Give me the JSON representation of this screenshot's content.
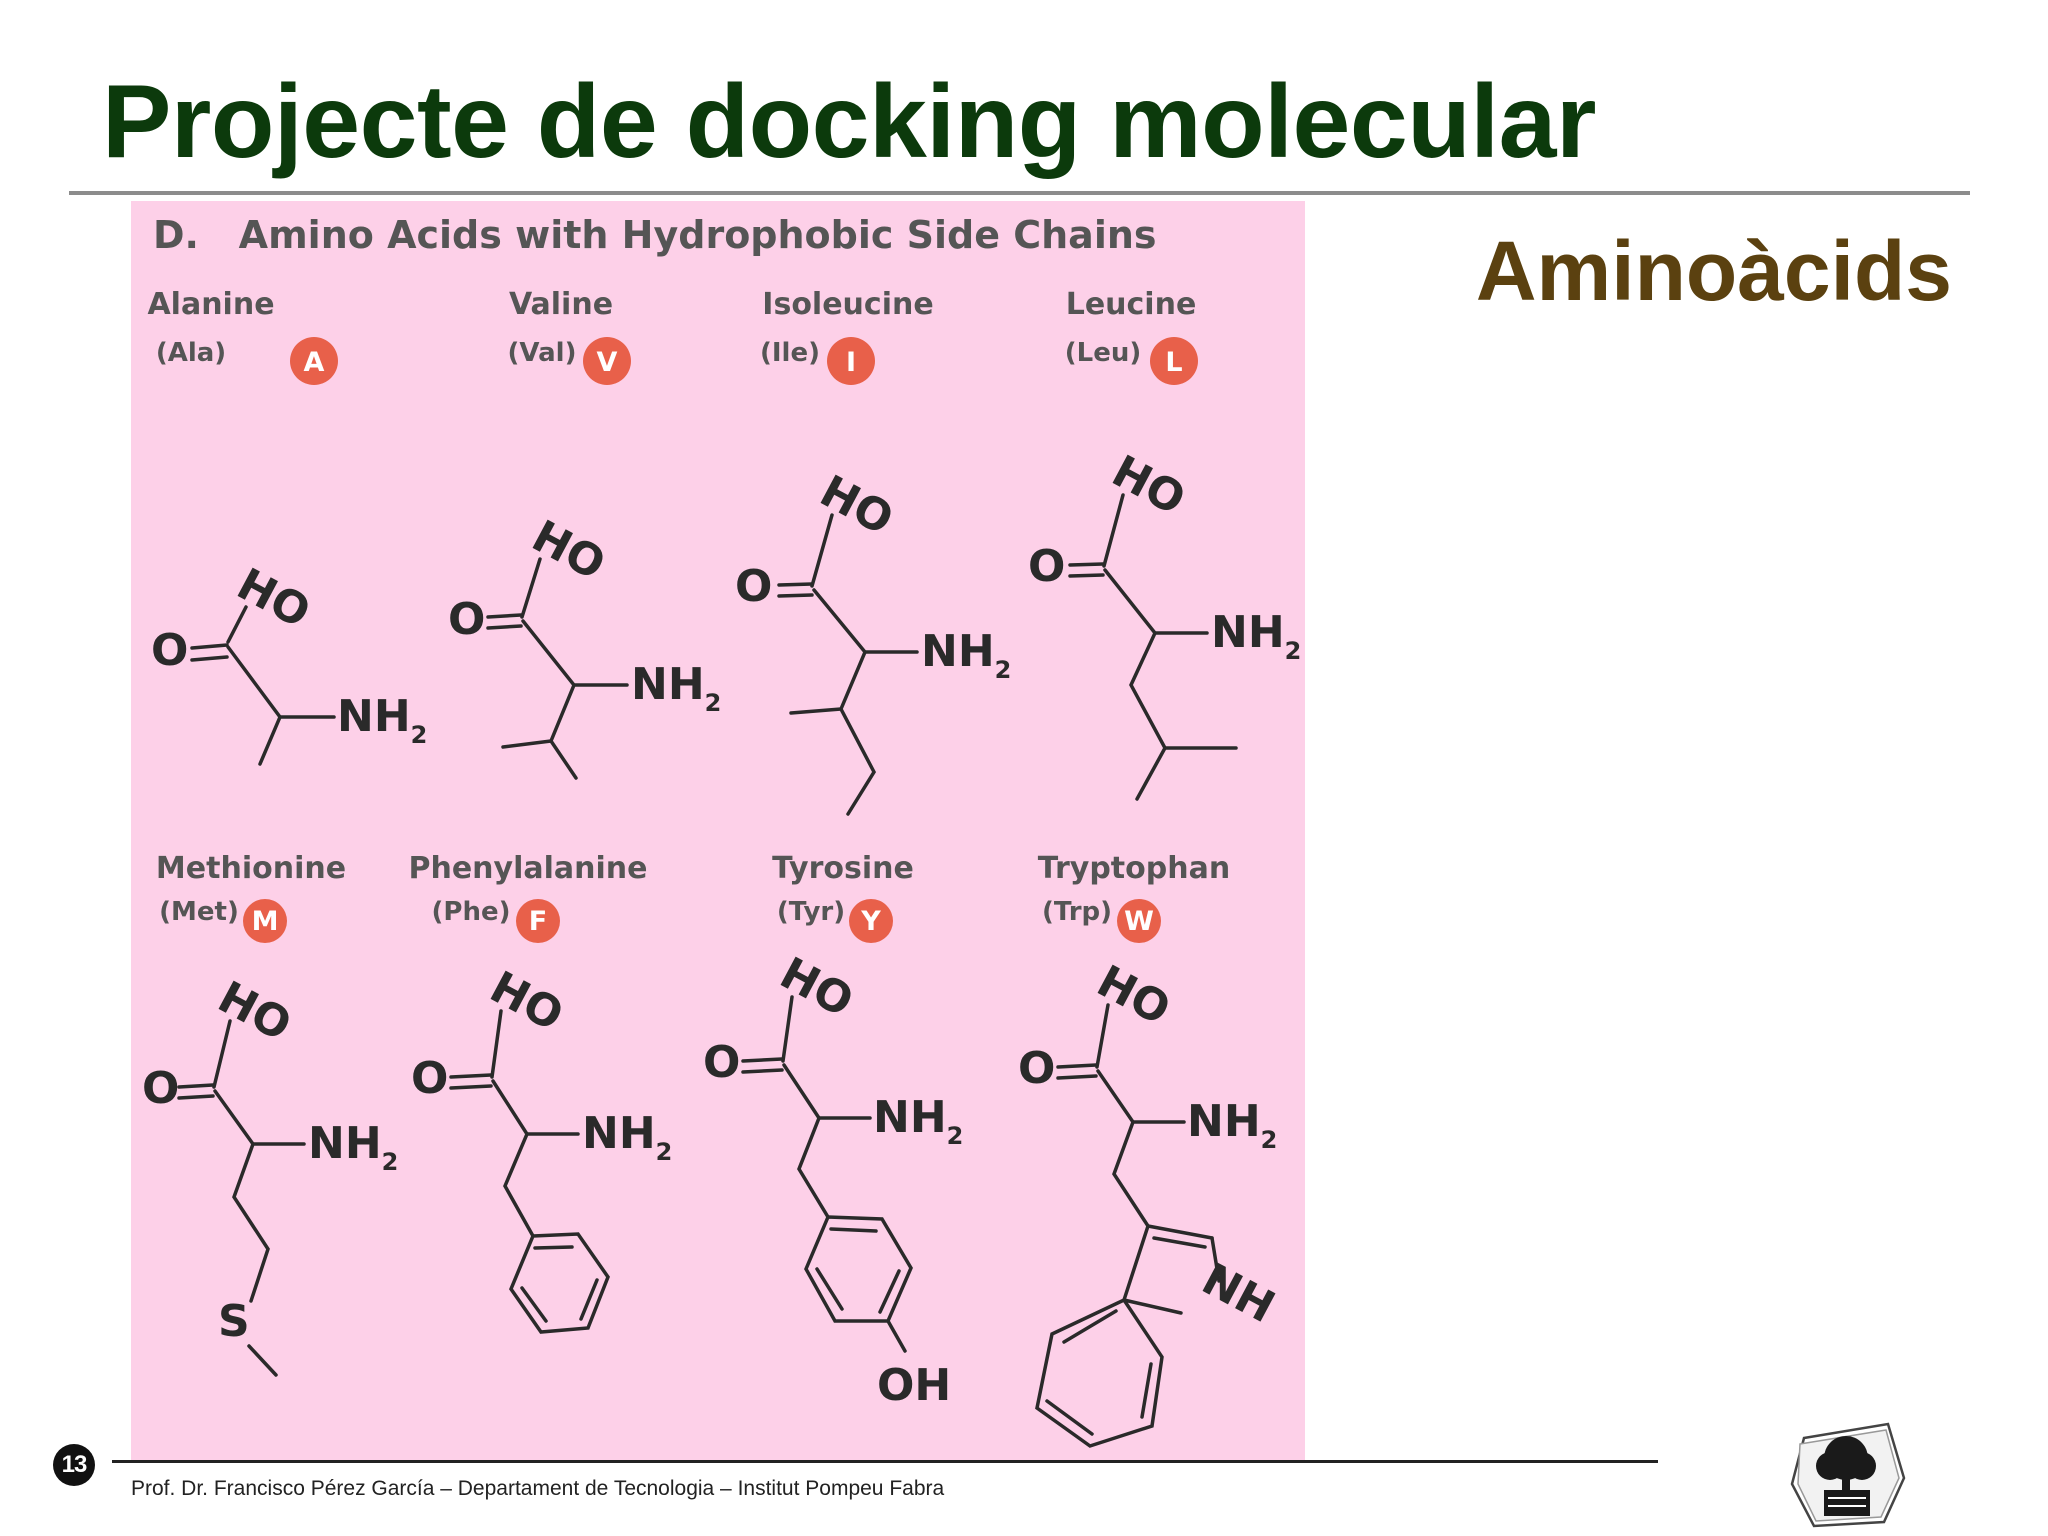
{
  "slide": {
    "title": "Projecte de docking molecular",
    "subtitle": "Aminoàcids",
    "page_number": "13",
    "footer": "Prof. Dr. Francisco Pérez García – Departament de Tecnologia – Institut Pompeu Fabra",
    "logo_icon": "tree-logo-icon"
  },
  "figure": {
    "heading": "D.   Amino Acids with Hydrophobic Side Chains",
    "background": "#fdd0e8",
    "badge_color": "#e8604a",
    "amino_acids": [
      {
        "name": "Alanine",
        "abbr": "(Ala)",
        "letter": "A"
      },
      {
        "name": "Valine",
        "abbr": "(Val)",
        "letter": "V"
      },
      {
        "name": "Isoleucine",
        "abbr": "(Ile)",
        "letter": "I"
      },
      {
        "name": "Leucine",
        "abbr": "(Leu)",
        "letter": "L"
      },
      {
        "name": "Methionine",
        "abbr": "(Met)",
        "letter": "M"
      },
      {
        "name": "Phenylalanine",
        "abbr": "(Phe)",
        "letter": "F"
      },
      {
        "name": "Tyrosine",
        "abbr": "(Tyr)",
        "letter": "Y"
      },
      {
        "name": "Tryptophan",
        "abbr": "(Trp)",
        "letter": "W"
      }
    ],
    "atoms": {
      "hydroxyl": "HO",
      "oxygen": "O",
      "amine": "NH",
      "amine_subscript": "2",
      "sulfur": "S",
      "phenol_oh": "OH",
      "ring_nh": "NH"
    }
  }
}
